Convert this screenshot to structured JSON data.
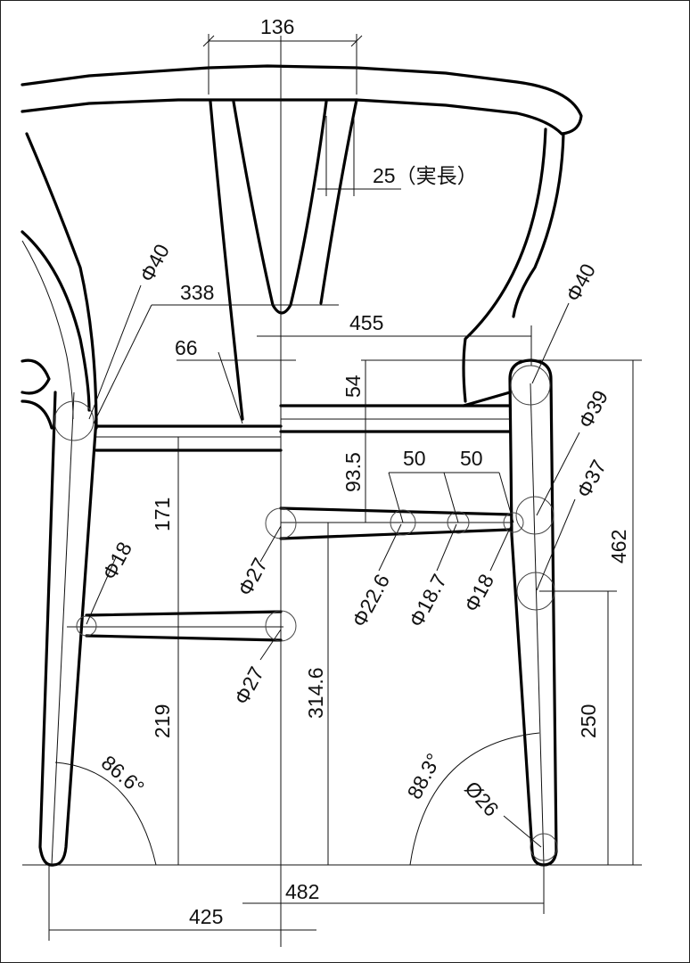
{
  "drawing": {
    "subject": "Chair side/front elevation technical drawing",
    "colors": {
      "line": "#000000",
      "background": "#ffffff"
    }
  },
  "dimensions": {
    "top_width": "136",
    "back_splat_width": "25（実長）",
    "seat_width_338": "338",
    "seat_offset_66": "66",
    "width_455": "455",
    "height_54": "54",
    "height_93_5": "93.5",
    "spacing_50_a": "50",
    "spacing_50_b": "50",
    "height_171": "171",
    "height_219": "219",
    "height_314_6": "314.6",
    "height_462": "462",
    "height_250": "250",
    "base_482": "482",
    "base_425": "425",
    "angle_left": "86.6°",
    "angle_right": "88.3°"
  },
  "diameters": {
    "left_post_top": "Φ40",
    "right_post_top": "Φ40",
    "right_post_mid": "Φ39",
    "right_post_lower": "Φ37",
    "right_foot": "Ø26",
    "upper_rail_end": "Φ27",
    "lower_rail_end": "Φ27",
    "lower_rail_left": "Φ18",
    "rail_22_6": "Φ22.6",
    "rail_18_7": "Φ18.7",
    "rail_18": "Φ18"
  }
}
